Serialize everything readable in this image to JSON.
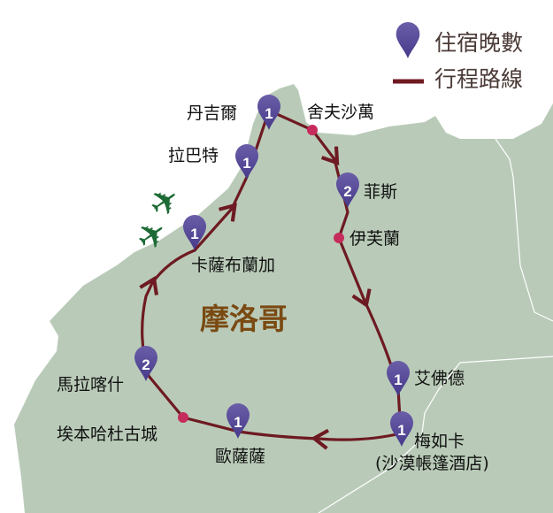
{
  "legend": {
    "nights_label": "住宿晚數",
    "route_label": "行程路線"
  },
  "country": "摩洛哥",
  "stops": {
    "tangier": {
      "name": "丹吉爾",
      "nights": "1"
    },
    "rabat": {
      "name": "拉巴特",
      "nights": "1"
    },
    "casablanca": {
      "name": "卡薩布蘭加",
      "nights": "1"
    },
    "fes": {
      "name": "菲斯",
      "nights": "2"
    },
    "erfoud": {
      "name": "艾佛德",
      "nights": "1"
    },
    "merzouga": {
      "name": "梅如卡",
      "sub": "(沙漠帳篷酒店)",
      "nights": "1"
    },
    "ouarzazate": {
      "name": "歐薩薩",
      "nights": "1"
    },
    "marrakech": {
      "name": "馬拉喀什",
      "nights": "2"
    }
  },
  "waypoints": {
    "chefchaouen": "舍夫沙萬",
    "ifrane": "伊芙蘭",
    "ait_ben_haddou": "埃本哈杜古城"
  },
  "colors": {
    "land": "#b9cbb8",
    "route": "#6e1a22",
    "pin": "#5a4c98",
    "waypoint": "#c52c5c",
    "plane": "#1e6a36",
    "country_label": "#7a4a12"
  }
}
